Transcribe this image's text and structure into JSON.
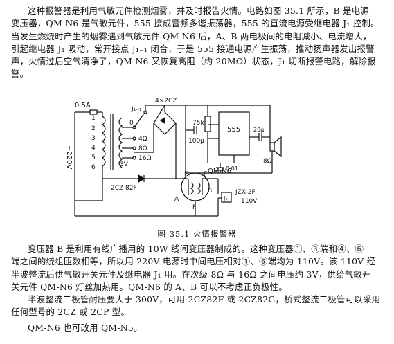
{
  "para1": [
    "这种报警器是利用气敏元件检测烟雾，并及时报告火情。电路如图 35.1 所示，B 是电源",
    "变压器，QM-N6 是气敏元件，555 接成音频多谐振荡器，555 的直流电源受继电器 J₁ 控制。",
    "当发生燃烧时产生的烟雾遇到气敏元件 QM-N6 后，A、B 两电极间的电阻减小、电流增大，",
    "引起继电器 J₁ 吸动，常开接点 J₁₋₁ 闭合，于是 555 接通电源产生振荡，推动扬声器发出报警",
    "声，火情过后空气清净了，QM-N6 又恢复高阻（约 20MΩ）状态，J₁ 切断报警电路，解除报",
    "警。"
  ],
  "figure": {
    "caption": "图 35.1  火情报警器",
    "labels": {
      "fuse": "0.5A",
      "mains": "~220V",
      "tap1": "1",
      "tap2": "2",
      "tap3": "3",
      "tap4": "4",
      "tap5": "5",
      "tap6": "6",
      "tap0": "0",
      "r4": "4Ω",
      "r8": "8Ω",
      "r16": "16Ω",
      "v3": "3V",
      "contact": "J₁₋₁",
      "bridge": "4×2CZ",
      "cap100": "100μ",
      "res75": "75k",
      "ic": "555",
      "cap001": "0.01",
      "cap20": "20μ",
      "speaker": "8Ω",
      "diode": "2CZ 82F",
      "sensor": "QM-N6",
      "pinF1": "F",
      "pinF2": "F",
      "pinF3": "F",
      "pinA": "A",
      "pinB": "B",
      "relay": "J₁",
      "relay_model": "JZX-2F",
      "relay_volt": "110V"
    }
  },
  "para2": [
    "变压器 B 是利用有线广播用的 10W 线间变压器制成的。这种变压器①、③端和④、⑥",
    "端之间的绕组匝数相等，所以用 220V 电源时中间电压相对①、⑥端均为 110V。该 110V 经",
    "半波整流后供气敏开关元件及继电器 J₁ 用。在次级 8Ω 与 16Ω 之间电压约 3V，供给气敏开",
    "关元件 QM-N6 灯丝加热用。QM-N6 的 A、B 可以不考虑正负极性。"
  ],
  "para3": [
    "半波整流二极管耐压要大于 300V，可用 2CZ82F 或 2CZ82G，桥式整流二极管可以采用",
    "任何型号的 2CZ 或 2CP 型。"
  ],
  "para4": [
    "QM-N6 也可改用 QM-N5。"
  ]
}
